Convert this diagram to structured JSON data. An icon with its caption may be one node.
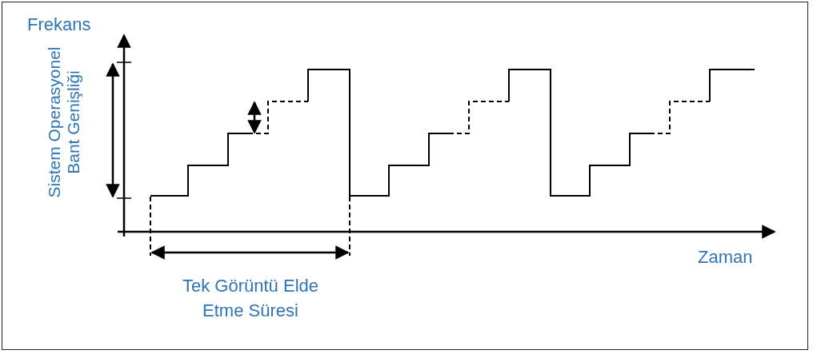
{
  "diagram": {
    "labels": [
      "Frekans",
      "Sistem Operasyonel Bant Genişliği",
      "Zaman",
      "Tek Görüntü Elde Etme Süresi"
    ]
  }
}
